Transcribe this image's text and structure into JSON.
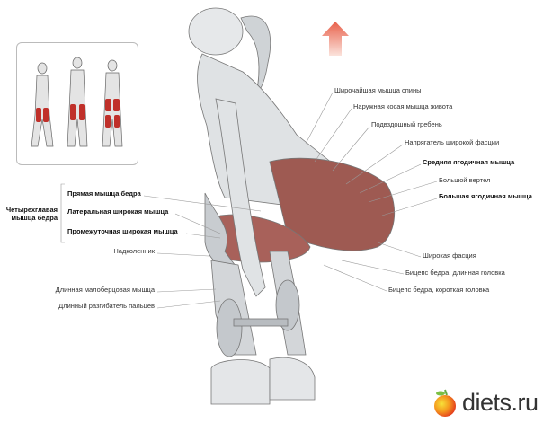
{
  "labels_right": [
    "Широчайшая мышца спины",
    "Наружная косая мышца живота",
    "Подвздошный гребень",
    "Напрягатель широкой фасции",
    "Средняя ягодичная мышца",
    "Большой вертел",
    "Большая ягодичная мышца",
    "Широкая фасция",
    "Бицепс бедра, длинная головка",
    "Бицепс бедра, короткая головка"
  ],
  "quadriceps_group": {
    "title_line1": "Четырехглавая",
    "title_line2": "мышца бедра",
    "items": [
      "Прямая мышца бедра",
      "Латеральная широкая мышца",
      "Промежуточная широкая мышца"
    ]
  },
  "labels_left": [
    "Надколенник",
    "Длинная малоберцовая мышца",
    "Длинный разгибатель пальцев"
  ],
  "logo": {
    "text": "diets.ru"
  },
  "colors": {
    "muscle": "#c0302a",
    "arrow": "#e8604a",
    "skin": "#d9dde0"
  }
}
